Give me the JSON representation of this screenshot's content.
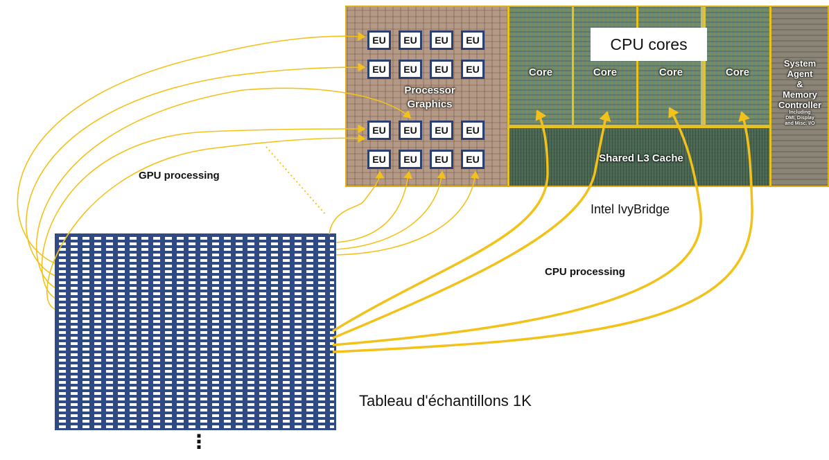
{
  "die": {
    "gpu_label": "Processor Graphics",
    "gpu_label_line1": "Processor",
    "gpu_label_line2": "Graphics",
    "eu_label": "EU",
    "core_label": "Core",
    "l3_label": "Shared L3 Cache",
    "system_agent_lines": [
      "System",
      "Agent",
      "&",
      "Memory",
      "Controller"
    ],
    "system_agent_small": [
      "Including",
      "DMI, Display",
      "and Misc. I/O"
    ]
  },
  "labels": {
    "cpu_cores": "CPU cores",
    "gpu_processing": "GPU processing",
    "cpu_processing": "CPU processing",
    "chip_name": "Intel IvyBridge",
    "sample_array": "Tableau d'échantillons 1K",
    "continuation": "⋮"
  },
  "colors": {
    "wire": "#f3c21a",
    "eu_border": "#2b3f73",
    "grid": "#2f4a85"
  }
}
